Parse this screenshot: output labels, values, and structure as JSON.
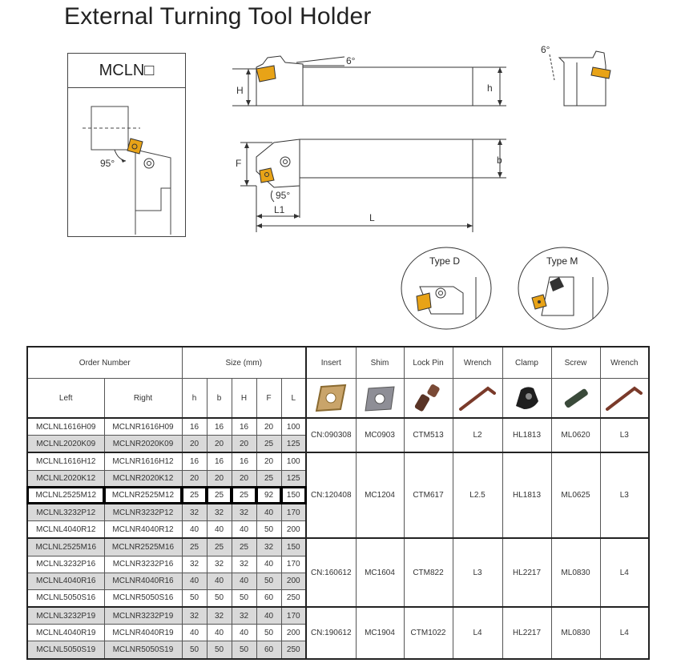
{
  "title": "External Turning Tool Holder",
  "model_label": "MCLN□",
  "drawing": {
    "angle_95": "95°",
    "angle_6": "6°",
    "dim_H": "H",
    "dim_h": "h",
    "dim_F": "F",
    "dim_b": "b",
    "dim_L1": "L1",
    "dim_L": "L"
  },
  "types": [
    "Type D",
    "Type M"
  ],
  "table": {
    "header_order": "Order Number",
    "header_size": "Size  (mm)",
    "components": [
      "Insert",
      "Shim",
      "Lock Pin",
      "Wrench",
      "Clamp",
      "Screw",
      "Wrench"
    ],
    "sub_left": "Left",
    "sub_right": "Right",
    "size_cols": [
      "h",
      "b",
      "H",
      "F",
      "L"
    ],
    "rows": [
      {
        "left": "MCLNL1616H09",
        "right": "MCLNR1616H09",
        "h": "16",
        "b": "16",
        "H": "16",
        "F": "20",
        "L": "100"
      },
      {
        "left": "MCLNL2020K09",
        "right": "MCLNR2020K09",
        "h": "20",
        "b": "20",
        "H": "20",
        "F": "25",
        "L": "125"
      },
      {
        "left": "MCLNL1616H12",
        "right": "MCLNR1616H12",
        "h": "16",
        "b": "16",
        "H": "16",
        "F": "20",
        "L": "100"
      },
      {
        "left": "MCLNL2020K12",
        "right": "MCLNR2020K12",
        "h": "20",
        "b": "20",
        "H": "20",
        "F": "25",
        "L": "125"
      },
      {
        "left": "MCLNL2525M12",
        "right": "MCLNR2525M12",
        "h": "25",
        "b": "25",
        "H": "25",
        "F": "92",
        "L": "150"
      },
      {
        "left": "MCLNL3232P12",
        "right": "MCLNR3232P12",
        "h": "32",
        "b": "32",
        "H": "32",
        "F": "40",
        "L": "170"
      },
      {
        "left": "MCLNL4040R12",
        "right": "MCLNR4040R12",
        "h": "40",
        "b": "40",
        "H": "40",
        "F": "50",
        "L": "200"
      },
      {
        "left": "MCLNL2525M16",
        "right": "MCLNR2525M16",
        "h": "25",
        "b": "25",
        "H": "25",
        "F": "32",
        "L": "150"
      },
      {
        "left": "MCLNL3232P16",
        "right": "MCLNR3232P16",
        "h": "32",
        "b": "32",
        "H": "32",
        "F": "40",
        "L": "170"
      },
      {
        "left": "MCLNL4040R16",
        "right": "MCLNR4040R16",
        "h": "40",
        "b": "40",
        "H": "40",
        "F": "50",
        "L": "200"
      },
      {
        "left": "MCLNL5050S16",
        "right": "MCLNR5050S16",
        "h": "50",
        "b": "50",
        "H": "50",
        "F": "60",
        "L": "250"
      },
      {
        "left": "MCLNL3232P19",
        "right": "MCLNR3232P19",
        "h": "32",
        "b": "32",
        "H": "32",
        "F": "40",
        "L": "170"
      },
      {
        "left": "MCLNL4040R19",
        "right": "MCLNR4040R19",
        "h": "40",
        "b": "40",
        "H": "40",
        "F": "50",
        "L": "200"
      },
      {
        "left": "MCLNL5050S19",
        "right": "MCLNR5050S19",
        "h": "50",
        "b": "50",
        "H": "50",
        "F": "60",
        "L": "250"
      }
    ],
    "groups": [
      {
        "insert": "CN:090308",
        "shim": "MC0903",
        "lock_pin": "CTM513",
        "wrench1": "L2",
        "clamp": "HL1813",
        "screw": "ML0620",
        "wrench2": "L3"
      },
      {
        "insert": "CN:120408",
        "shim": "MC1204",
        "lock_pin": "CTM617",
        "wrench1": "L2.5",
        "clamp": "HL1813",
        "screw": "ML0625",
        "wrench2": "L3"
      },
      {
        "insert": "CN:160612",
        "shim": "MC1604",
        "lock_pin": "CTM822",
        "wrench1": "L3",
        "clamp": "HL2217",
        "screw": "ML0830",
        "wrench2": "L4"
      },
      {
        "insert": "CN:190612",
        "shim": "MC1904",
        "lock_pin": "CTM1022",
        "wrench1": "L4",
        "clamp": "HL2217",
        "screw": "ML0830",
        "wrench2": "L4"
      }
    ]
  },
  "colors": {
    "insert_gold": "#e8a317",
    "grey_row": "#d9d9d9",
    "line": "#333333"
  }
}
